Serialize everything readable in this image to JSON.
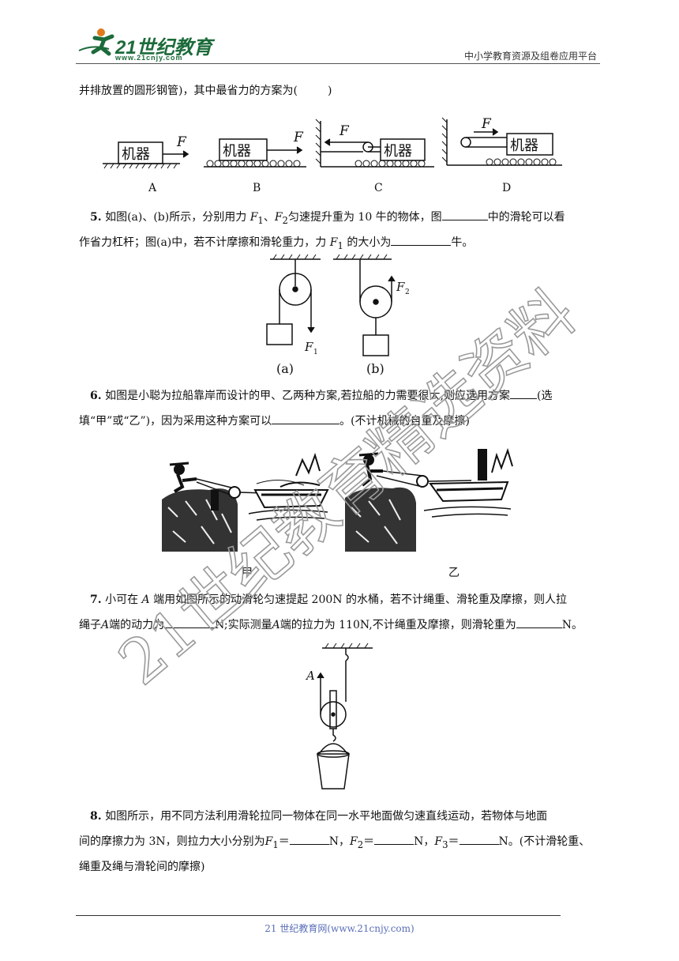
{
  "header": {
    "logo_text": "21世纪教育",
    "logo_url": "www.21cnjy.com",
    "platform": "中小学教育资源及组卷应用平台"
  },
  "q4": {
    "text_start": "并排放置的圆形钢管)，其中最省力的方案为(",
    "text_end": ")",
    "machine_label": "机器",
    "force_label": "F",
    "options": [
      "A",
      "B",
      "C",
      "D"
    ]
  },
  "q5": {
    "num": "5.",
    "line1_a": "如图(a)、(b)所示，分别用力",
    "f1": "F",
    "sub1": "1",
    "sep": "、",
    "f2": "F",
    "sub2": "2",
    "line1_b": "匀速提升重为 10 牛的物体，图",
    "line1_c": "中的滑轮可以看",
    "line2_a": "作省力杠杆；图(a)中，若不计摩擦和滑轮重力，力",
    "line2_b": "的大小为",
    "line2_c": "牛。",
    "fig_a": "(a)",
    "fig_b": "(b)"
  },
  "q6": {
    "num": "6.",
    "line1_a": "如图是小聪为拉船靠岸而设计的甲、乙两种方案,若拉船的力需要很大,则应选用方案",
    "line1_b": "(选",
    "line2_a": "填“甲”或“乙”)，因为采用这种方案可以",
    "line2_b": "。(不计机械的自重及摩擦)",
    "label_jia": "甲",
    "label_yi": "乙"
  },
  "q7": {
    "num": "7.",
    "line1_a": "小可在",
    "a": "A",
    "line1_b": "端用如图所示的动滑轮匀速提起 200N 的水桶，若不计绳重、滑轮重及摩擦，则人拉",
    "line2_a": "绳子",
    "line2_b": "端的动力为",
    "line2_c": "N;实际测量",
    "line2_d": "端的拉力为 110N,不计绳重及摩擦，则滑轮重为",
    "line2_e": "N。",
    "fig_a": "A"
  },
  "q8": {
    "num": "8.",
    "line1": "如图所示，用不同方法利用滑轮拉同一物体在同一水平地面做匀速直线运动，若物体与地面",
    "line2_a": "间的摩擦力为 3N，则拉力大小分别为",
    "f1": "F",
    "sub1": "1",
    "eq": "＝",
    "unit1": "N，",
    "f2": "F",
    "sub2": "2",
    "unit2": "N，",
    "f3": "F",
    "sub3": "3",
    "unit3": "N。(不计滑轮重、",
    "line3": "绳重及绳与滑轮间的摩擦)"
  },
  "watermark": "21世纪教育精选资料",
  "footer": "21 世纪教育网(www.21cnjy.com)"
}
